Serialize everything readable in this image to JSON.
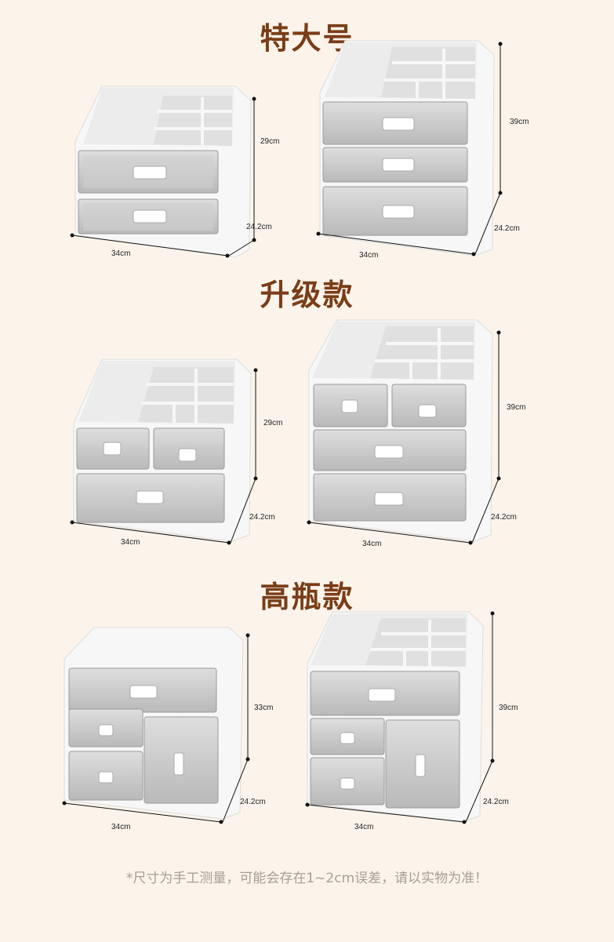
{
  "sections": [
    {
      "title": "特大号",
      "products": [
        {
          "width": "34cm",
          "depth": "24.2cm",
          "height": "29cm"
        },
        {
          "width": "34cm",
          "depth": "24.2cm",
          "height": "39cm"
        }
      ]
    },
    {
      "title": "升级款",
      "products": [
        {
          "width": "34cm",
          "depth": "24.2cm",
          "height": "29cm"
        },
        {
          "width": "34cm",
          "depth": "24.2cm",
          "height": "39cm"
        }
      ]
    },
    {
      "title": "高瓶款",
      "products": [
        {
          "width": "34cm",
          "depth": "24.2cm",
          "height": "33cm"
        },
        {
          "width": "34cm",
          "depth": "24.2cm",
          "height": "39cm"
        }
      ]
    }
  ],
  "footnote": "*尺寸为手工测量，可能会存在1~2cm误差，请以实物为准！",
  "colors": {
    "background": "#fcf4ea",
    "title": "#7a3d18",
    "frame": "#f7f7f7",
    "footnote": "#a89d93"
  }
}
